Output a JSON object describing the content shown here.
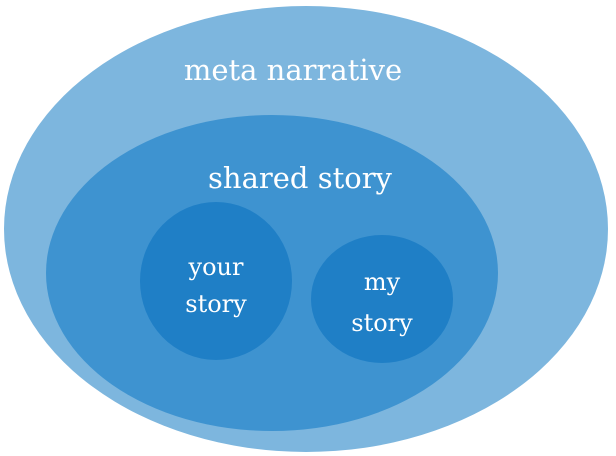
{
  "diagram": {
    "outer": {
      "label": "meta narrative",
      "color": "#7db6de"
    },
    "middle": {
      "label": "shared story",
      "color": "#3e93d0"
    },
    "left_inner": {
      "label_lines": [
        "your",
        "story"
      ],
      "color": "#1f7fc6"
    },
    "right_inner": {
      "label_lines": [
        "my",
        "story"
      ],
      "color": "#1f7fc6"
    }
  }
}
